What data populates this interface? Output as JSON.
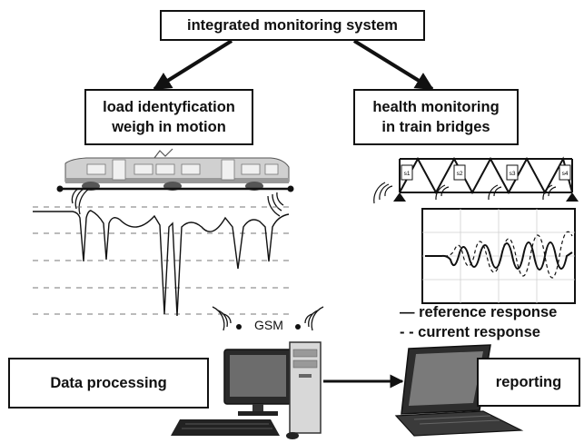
{
  "top_box": {
    "label": "integrated monitoring system"
  },
  "left_box": {
    "line1": "load identyfication",
    "line2": "weigh in motion"
  },
  "right_box": {
    "line1": "health monitoring",
    "line2": "in train bridges"
  },
  "processing_box": {
    "label": "Data processing"
  },
  "reporting_box": {
    "label": "reporting"
  },
  "gsm_label": "GSM",
  "legend": {
    "reference": "reference response",
    "current": "current response",
    "reference_marker": "—",
    "current_marker": "- -"
  },
  "sensor_labels": [
    "s1",
    "s2",
    "s3",
    "s4"
  ],
  "colors": {
    "ink": "#111111",
    "gray": "#bdbdbd",
    "light": "#e2e2e2"
  }
}
